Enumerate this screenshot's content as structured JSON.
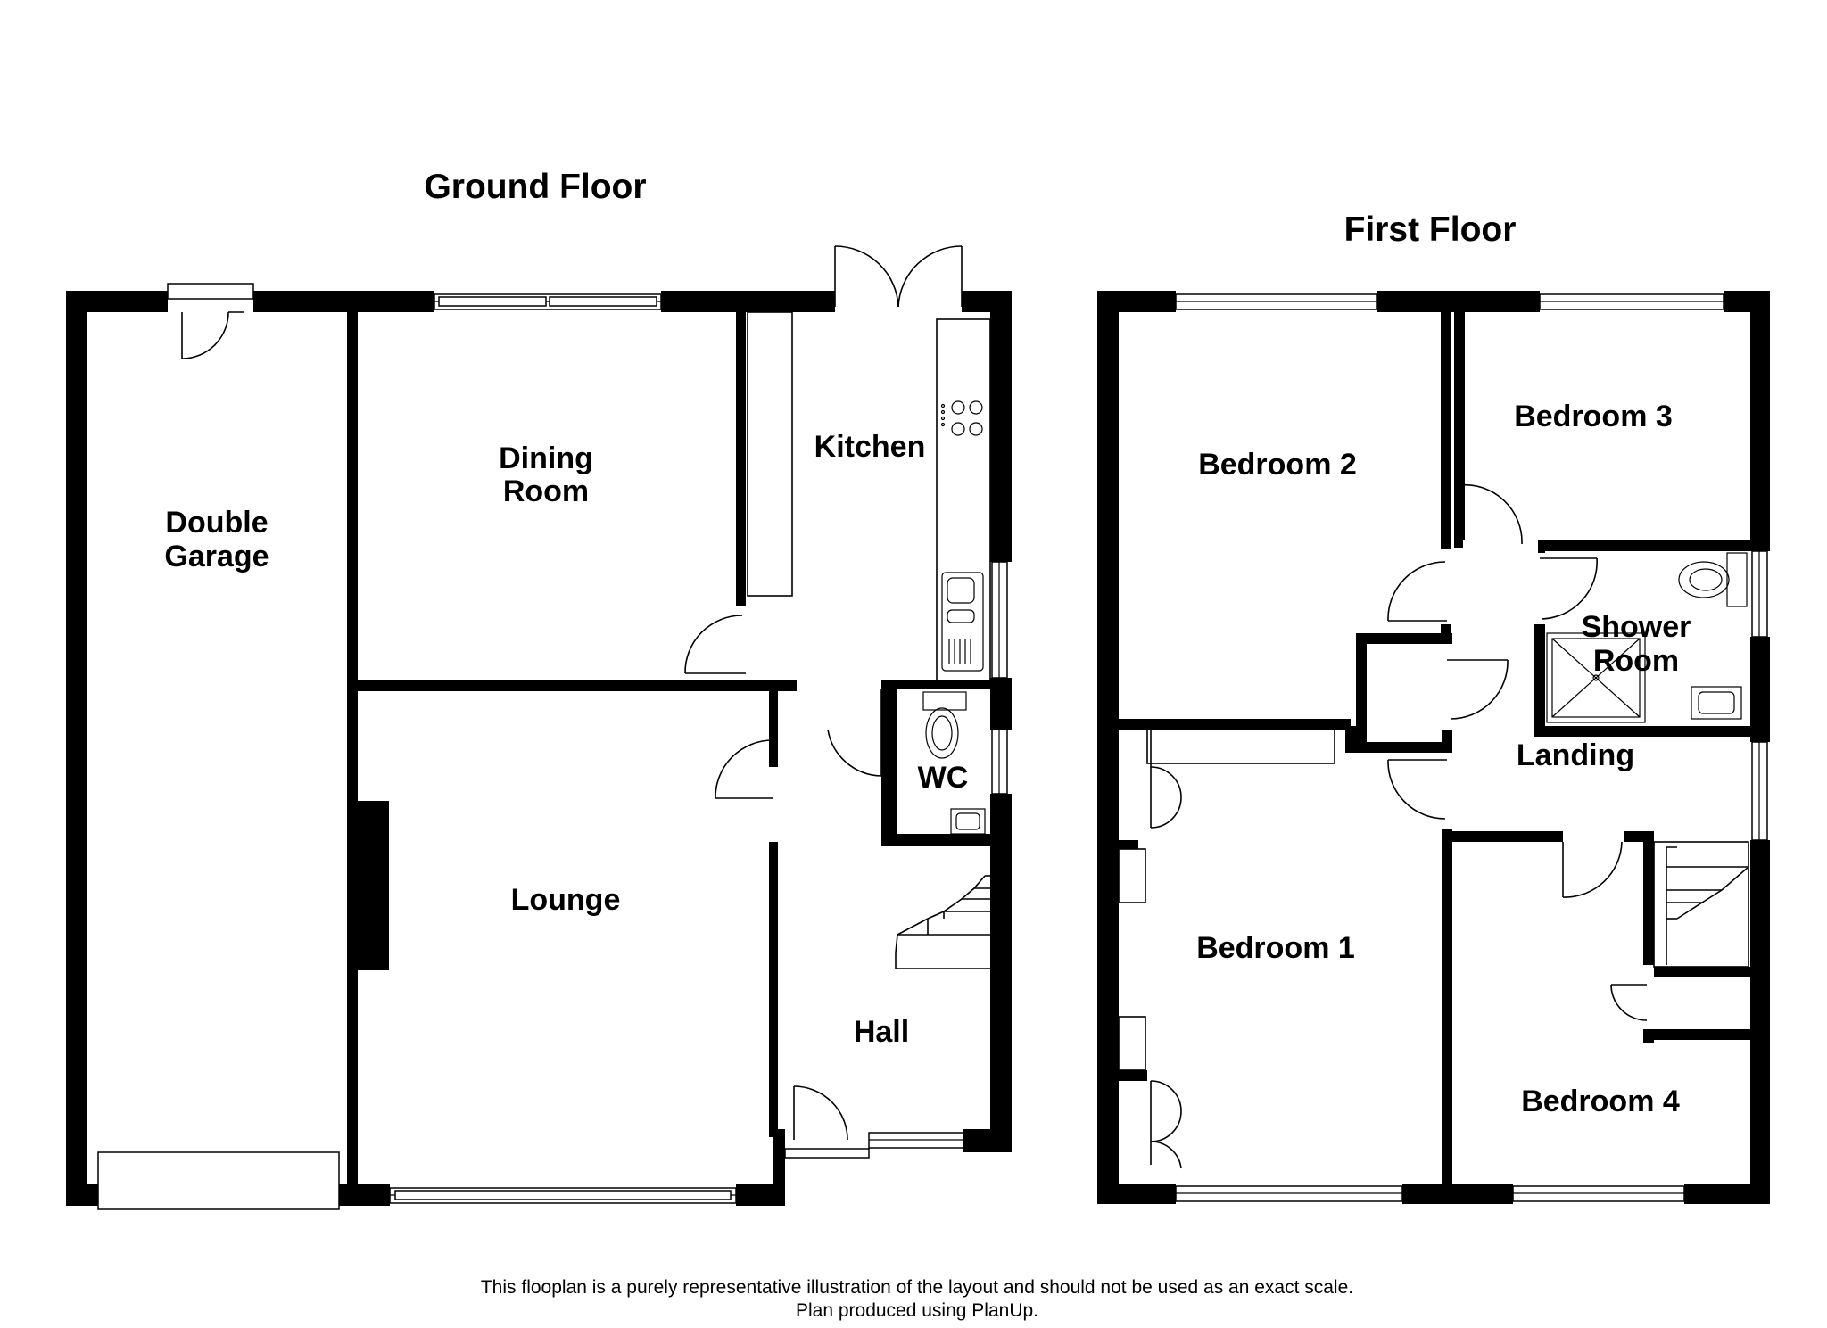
{
  "floors": [
    {
      "title": "Ground Floor",
      "rooms": [
        "Double",
        "Garage",
        "Dining",
        "Room",
        "Kitchen",
        "Lounge",
        "WC",
        "Hall"
      ]
    },
    {
      "title": "First Floor",
      "rooms": [
        "Bedroom 2",
        "Bedroom 3",
        "Shower",
        "Room",
        "Landing",
        "Bedroom 1",
        "Bedroom 4"
      ]
    }
  ],
  "footer": {
    "line1": "This flooplan is a purely representative illustration of the layout and should not be used as an exact scale.",
    "line2": "Plan produced using PlanUp."
  },
  "icons": [
    "door-swing-icon",
    "window-icon",
    "hob-icon",
    "sink-icon",
    "toilet-icon",
    "staircase-icon",
    "shower-tray-icon",
    "wardrobe-icon"
  ]
}
